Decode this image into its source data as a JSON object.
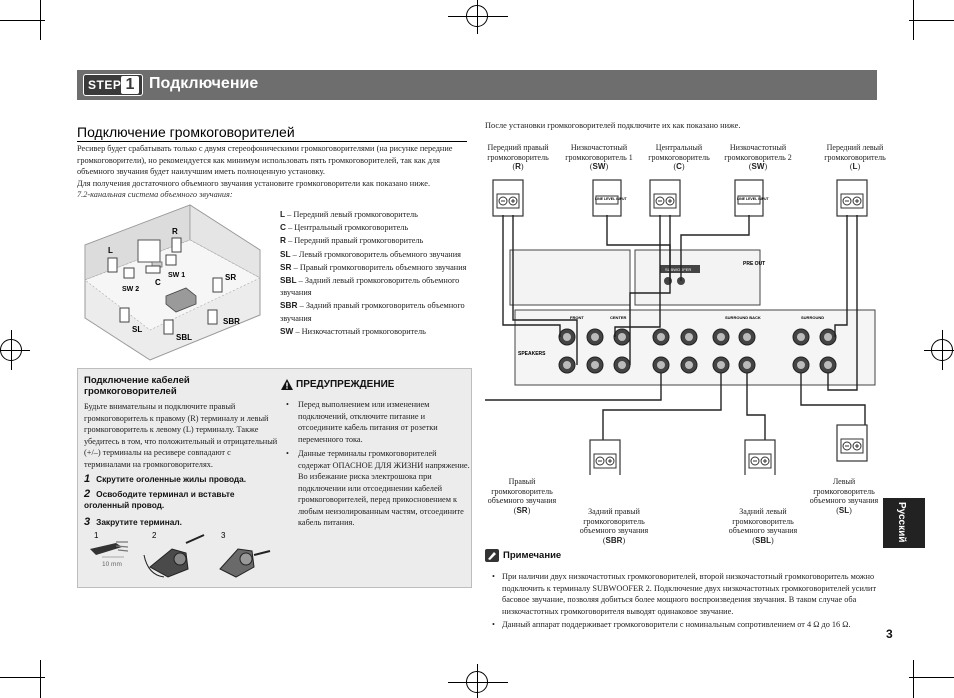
{
  "header": {
    "step_word": "STEP",
    "step_num": "1",
    "title": "Подключение"
  },
  "section": {
    "heading": "Подключение громкоговорителей",
    "intro": "Ресивер будет срабатывать только с двумя стереофоническими громкоговорителями (на рисунке передние громкоговорители), но рекомендуется как минимум использовать пять громкоговорителей, так как для объемного звучания будет наилучшим иметь полноценную установку.",
    "intro2": "Для получения достаточного объемного звучания установите громкоговорители как показано ниже.",
    "layout_caption": "7.2-канальная система объемного звучания:"
  },
  "room_labels": {
    "L": "L",
    "R": "R",
    "C": "C",
    "SW1": "SW 1",
    "SW2": "SW 2",
    "SR": "SR",
    "SL": "SL",
    "SBL": "SBL",
    "SBR": "SBR"
  },
  "speaker_legend": [
    {
      "code": "L",
      "text": " – Передний левый громкоговоритель"
    },
    {
      "code": "C",
      "text": " – Центральный громкоговоритель"
    },
    {
      "code": "R",
      "text": " – Передний правый громкоговоритель"
    },
    {
      "code": "SL",
      "text": " – Левый громкоговоритель объемного звучания"
    },
    {
      "code": "SR",
      "text": " – Правый громкоговоритель объемного звучания"
    },
    {
      "code": "SBL",
      "text": " – Задний левый громкоговоритель объемного звучания"
    },
    {
      "code": "SBR",
      "text": " – Задний правый громкоговоритель объемного звучания"
    },
    {
      "code": "SW",
      "text": " – Низкочастотный громкоговоритель"
    }
  ],
  "cable_box": {
    "heading": "Подключение кабелей громкоговорителей",
    "para": "Будьте внимательны и подключите правый громкоговоритель к правому (R) терминалу и левый громкоговоритель к левому (L) терминалу. Также убедитесь в том, что положительный и отрицательный (+/–) терминалы на ресивере совпадают с терминалами на громкоговорителях.",
    "steps": [
      {
        "num": "1",
        "text": "Скрутите оголенные жилы провода."
      },
      {
        "num": "2",
        "text": "Освободите терминал и вставьте оголенный провод."
      },
      {
        "num": "3",
        "text": "Закрутите терминал."
      }
    ],
    "diagram_nums": [
      "1",
      "2",
      "3"
    ],
    "wire_length": "10 mm"
  },
  "warning": {
    "heading": "ПРЕДУПРЕЖДЕНИЕ",
    "items": [
      "Перед выполнением или изменением подключений, отключите питание и отсоедините кабель питания от розетки переменного тока.",
      "Данные терминалы громкоговорителей содержат ОПАСНОЕ ДЛЯ ЖИЗНИ напряжение. Во избежание риска электрошока при подключении или отсоединении кабелей громкоговорителей, перед прикосновением к любым неизолированным частям, отсоедините кабель питания."
    ]
  },
  "wiring": {
    "after_text": "После установки громкоговорителей подключите их как показано ниже.",
    "top_speakers": [
      {
        "name": "Передний правый громкоговоритель",
        "code": "R"
      },
      {
        "name": "Низкочастотный громкоговоритель 1",
        "code": "SW"
      },
      {
        "name": "Центральный громкоговоритель",
        "code": "C"
      },
      {
        "name": "Низкочастотный громкоговоритель 2",
        "code": "SW"
      },
      {
        "name": "Передний левый громкоговоритель",
        "code": "L"
      }
    ],
    "bottom_speakers": [
      {
        "name": "Правый громкоговоритель объемного звучания",
        "code": "SR"
      },
      {
        "name": "Задний правый громкоговоритель объемного звучания",
        "code": "SBR"
      },
      {
        "name": "Задний левый громкоговоритель объемного звучания",
        "code": "SBL"
      },
      {
        "name": "Левый громкоговоритель объемного звучания",
        "code": "SL"
      }
    ],
    "line_level_input": "LINE LEVEL INPUT",
    "pre_out": "PRE OUT",
    "speakers": "SPEAKERS",
    "terminal_labels": [
      "FRONT",
      "CENTER",
      "SURROUND BACK",
      "SURROUND"
    ],
    "subwoofer": "SUBWOOFER"
  },
  "language_tab": "Русский",
  "note": {
    "heading": "Примечание",
    "items": [
      "При наличии двух низкочастотных громкоговорителей, второй низкочастотный громкоговоритель можно подключить к терминалу SUBWOOFER 2. Подключение двух низкочастотных громкоговорителей усилит басовое звучание, позволяя добиться более мощного воспроизведения звучания. В таком случае оба низкочастотных громкоговорителя выводят одинаковое звучание.",
      "Данный аппарат поддерживает громкоговорители с номинальным сопротивлением от 4 Ω до 16 Ω."
    ]
  },
  "page_number": "3"
}
